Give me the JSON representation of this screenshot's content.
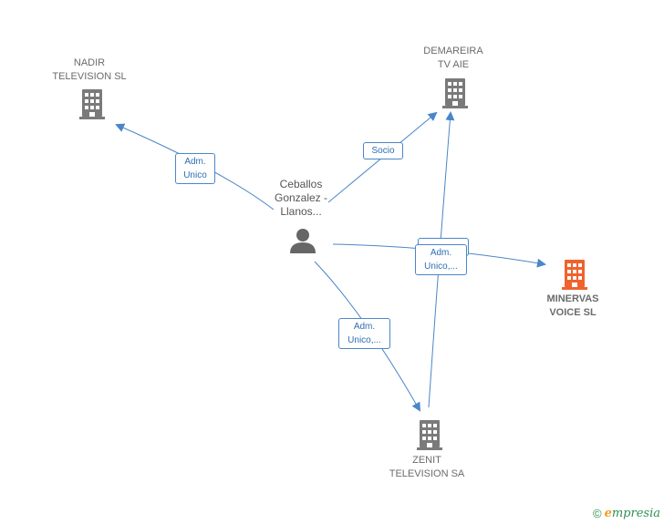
{
  "nodes": {
    "nadir": {
      "line1": "NADIR",
      "line2": "TELEVISION SL"
    },
    "demareira": {
      "line1": "DEMAREIRA",
      "line2": "TV  AIE"
    },
    "minervas": {
      "line1": "MINERVAS",
      "line2": "VOICE  SL"
    },
    "zenit": {
      "line1": "ZENIT",
      "line2": "TELEVISION SA"
    },
    "person": {
      "line1": "Ceballos",
      "line2": "Gonzalez -",
      "line3": "Llanos..."
    }
  },
  "edges": {
    "to_nadir": {
      "line1": "Adm.",
      "line2": "Unico"
    },
    "to_demareira": {
      "line1": "Socio"
    },
    "to_minervas": {
      "line1": "Adm.",
      "line2": "Unico,..."
    },
    "to_zenit": {
      "line1": "Adm.",
      "line2": "Unico,..."
    }
  },
  "footer": {
    "copyright": "©",
    "brand_initial": "e",
    "brand_rest": "mpresia"
  },
  "colors": {
    "edge": "#4a86c8",
    "building": "#7a7a7a",
    "building_highlight": "#f0622d",
    "person": "#666666"
  }
}
